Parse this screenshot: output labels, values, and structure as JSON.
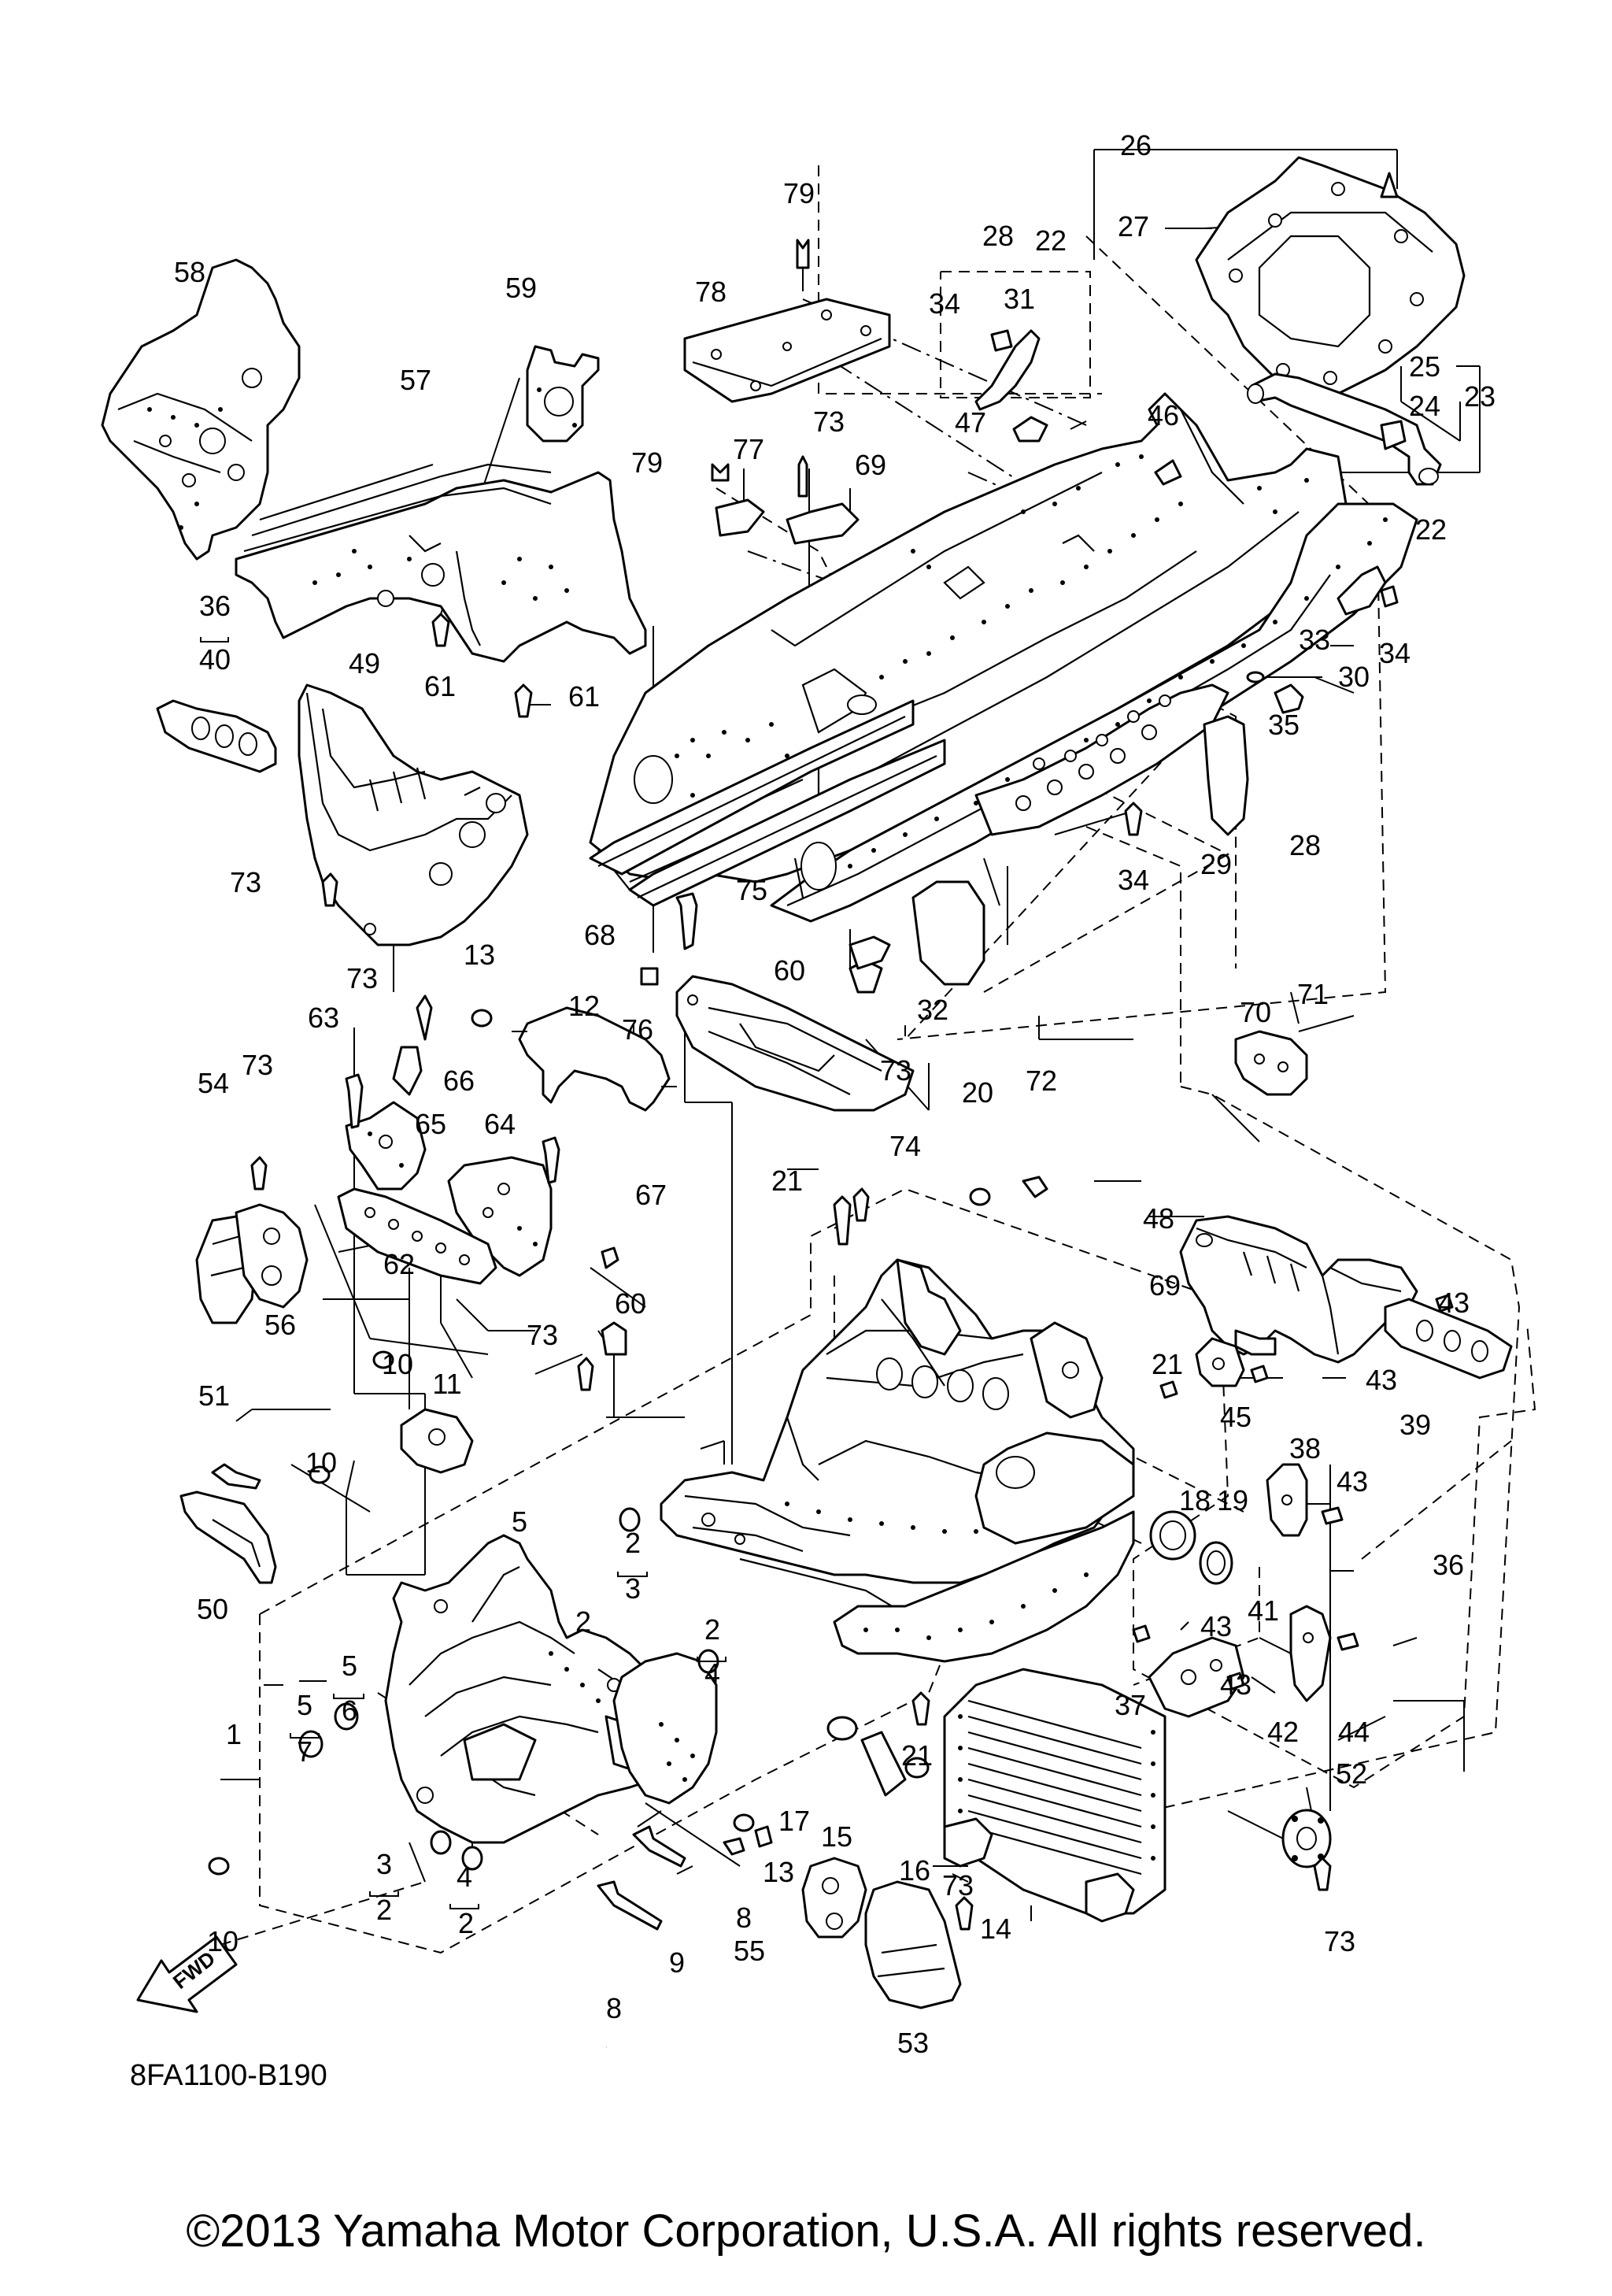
{
  "diagram": {
    "code": "8FA1100-B190",
    "direction_label": "FWD",
    "copyright": "©2013 Yamaha Motor Corporation, U.S.A. All rights reserved.",
    "callouts": [
      {
        "id": "c79a",
        "label": "79"
      },
      {
        "id": "c28a",
        "label": "28"
      },
      {
        "id": "c26",
        "label": "26"
      },
      {
        "id": "c22a",
        "label": "22"
      },
      {
        "id": "c27",
        "label": "27"
      },
      {
        "id": "c58",
        "label": "58"
      },
      {
        "id": "c59",
        "label": "59"
      },
      {
        "id": "c78",
        "label": "78"
      },
      {
        "id": "c34a",
        "label": "34"
      },
      {
        "id": "c31",
        "label": "31"
      },
      {
        "id": "c25",
        "label": "25"
      },
      {
        "id": "c57",
        "label": "57"
      },
      {
        "id": "c24",
        "label": "24"
      },
      {
        "id": "c23",
        "label": "23"
      },
      {
        "id": "c47",
        "label": "47"
      },
      {
        "id": "c46",
        "label": "46"
      },
      {
        "id": "c79b",
        "label": "79"
      },
      {
        "id": "c77",
        "label": "77"
      },
      {
        "id": "c73a",
        "label": "73"
      },
      {
        "id": "c69a",
        "label": "69"
      },
      {
        "id": "c22b",
        "label": "22"
      },
      {
        "id": "c36a",
        "label": "36"
      },
      {
        "id": "c40",
        "label": "40"
      },
      {
        "id": "c33",
        "label": "33"
      },
      {
        "id": "c30",
        "label": "30"
      },
      {
        "id": "c34b",
        "label": "34"
      },
      {
        "id": "c61a",
        "label": "61"
      },
      {
        "id": "c49",
        "label": "49"
      },
      {
        "id": "c61b",
        "label": "61"
      },
      {
        "id": "c35",
        "label": "35"
      },
      {
        "id": "c73b",
        "label": "73"
      },
      {
        "id": "c34c",
        "label": "34"
      },
      {
        "id": "c29",
        "label": "29"
      },
      {
        "id": "c28b",
        "label": "28"
      },
      {
        "id": "c68",
        "label": "68"
      },
      {
        "id": "c75",
        "label": "75"
      },
      {
        "id": "c60a",
        "label": "60"
      },
      {
        "id": "c32",
        "label": "32"
      },
      {
        "id": "c13a",
        "label": "13"
      },
      {
        "id": "c73c",
        "label": "73"
      },
      {
        "id": "c76",
        "label": "76"
      },
      {
        "id": "c12",
        "label": "12"
      },
      {
        "id": "c70",
        "label": "70"
      },
      {
        "id": "c71",
        "label": "71"
      },
      {
        "id": "c63",
        "label": "63"
      },
      {
        "id": "c66",
        "label": "66"
      },
      {
        "id": "c73d",
        "label": "73"
      },
      {
        "id": "c74",
        "label": "74"
      },
      {
        "id": "c73e",
        "label": "73"
      },
      {
        "id": "c54",
        "label": "54"
      },
      {
        "id": "c65",
        "label": "65"
      },
      {
        "id": "c64",
        "label": "64"
      },
      {
        "id": "c20",
        "label": "20"
      },
      {
        "id": "c72",
        "label": "72"
      },
      {
        "id": "c48",
        "label": "48"
      },
      {
        "id": "c21a",
        "label": "21"
      },
      {
        "id": "c67",
        "label": "67"
      },
      {
        "id": "c62",
        "label": "62"
      },
      {
        "id": "c56",
        "label": "56"
      },
      {
        "id": "c69b",
        "label": "69"
      },
      {
        "id": "c60b",
        "label": "60"
      },
      {
        "id": "c73f",
        "label": "73"
      },
      {
        "id": "c43a",
        "label": "43"
      },
      {
        "id": "c21b",
        "label": "21"
      },
      {
        "id": "c43b",
        "label": "43"
      },
      {
        "id": "c10a",
        "label": "10"
      },
      {
        "id": "c11",
        "label": "11"
      },
      {
        "id": "c45",
        "label": "45"
      },
      {
        "id": "c39",
        "label": "39"
      },
      {
        "id": "c51",
        "label": "51"
      },
      {
        "id": "c10b",
        "label": "10"
      },
      {
        "id": "c38",
        "label": "38"
      },
      {
        "id": "c43c",
        "label": "43"
      },
      {
        "id": "c50",
        "label": "50"
      },
      {
        "id": "c5a",
        "label": "5"
      },
      {
        "id": "c18",
        "label": "18"
      },
      {
        "id": "c19",
        "label": "19"
      },
      {
        "id": "c2a",
        "label": "2"
      },
      {
        "id": "c3a",
        "label": "3"
      },
      {
        "id": "c36b",
        "label": "36"
      },
      {
        "id": "c2b",
        "label": "2"
      },
      {
        "id": "c2c",
        "label": "2"
      },
      {
        "id": "c4a",
        "label": "4"
      },
      {
        "id": "c43d",
        "label": "43"
      },
      {
        "id": "c41",
        "label": "41"
      },
      {
        "id": "c5b",
        "label": "5"
      },
      {
        "id": "c6",
        "label": "6"
      },
      {
        "id": "c43e",
        "label": "43"
      },
      {
        "id": "c37",
        "label": "37"
      },
      {
        "id": "c1",
        "label": "1"
      },
      {
        "id": "c5c",
        "label": "5"
      },
      {
        "id": "c7",
        "label": "7"
      },
      {
        "id": "c42",
        "label": "42"
      },
      {
        "id": "c44",
        "label": "44"
      },
      {
        "id": "c21c",
        "label": "21"
      },
      {
        "id": "c52",
        "label": "52"
      },
      {
        "id": "c17",
        "label": "17"
      },
      {
        "id": "c15",
        "label": "15"
      },
      {
        "id": "c13b",
        "label": "13"
      },
      {
        "id": "c16",
        "label": "16"
      },
      {
        "id": "c3b",
        "label": "3"
      },
      {
        "id": "c2d",
        "label": "2"
      },
      {
        "id": "c4b",
        "label": "4"
      },
      {
        "id": "c2e",
        "label": "2"
      },
      {
        "id": "c8a",
        "label": "8"
      },
      {
        "id": "c73g",
        "label": "73"
      },
      {
        "id": "c10c",
        "label": "10"
      },
      {
        "id": "c55",
        "label": "55"
      },
      {
        "id": "c14",
        "label": "14"
      },
      {
        "id": "c73h",
        "label": "73"
      },
      {
        "id": "c9",
        "label": "9"
      },
      {
        "id": "c8b",
        "label": "8"
      },
      {
        "id": "c53",
        "label": "53"
      }
    ]
  }
}
